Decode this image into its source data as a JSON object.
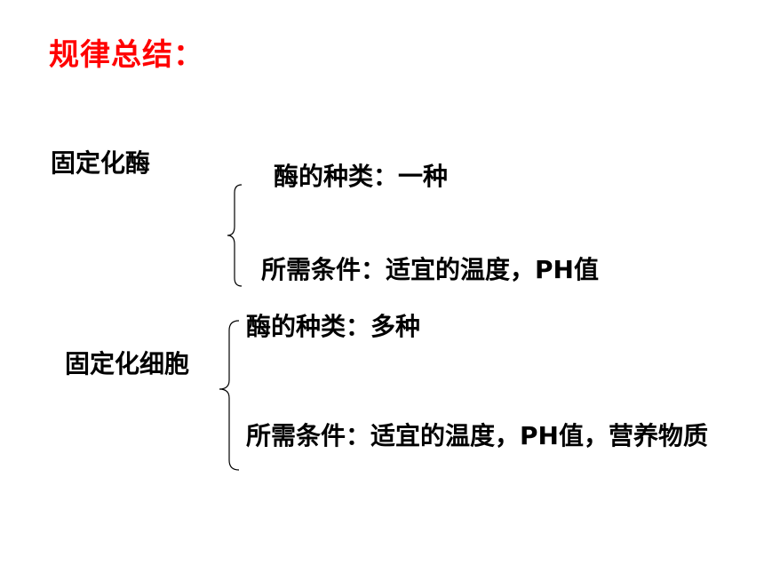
{
  "title": "规律总结：",
  "colors": {
    "title": "#ff0000",
    "text": "#000000",
    "background": "#ffffff"
  },
  "sections": [
    {
      "label": "固定化酶",
      "items": [
        "酶的种类：一种",
        "所需条件：适宜的温度，PH值"
      ]
    },
    {
      "label": "固定化细胞",
      "items": [
        "酶的种类：多种",
        "所需条件：适宜的温度，PH值，营养物质"
      ]
    }
  ]
}
